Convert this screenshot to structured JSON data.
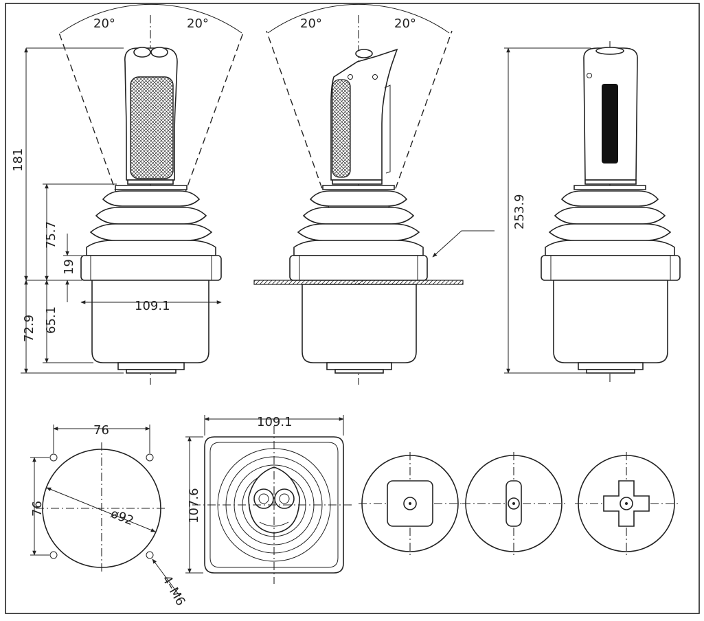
{
  "dimensions": {
    "angle_left": "20°",
    "angle_right": "20°",
    "angle_side_left": "20°",
    "angle_side_right": "20°",
    "handle_height": "181",
    "boot_height": "75.7",
    "flange_thickness": "19",
    "below_panel_total": "72.9",
    "body_depth": "65.1",
    "flange_width_front": "109.1",
    "overall_height": "253.9",
    "bolt_spacing_x": "76",
    "bolt_spacing_y": "76",
    "hole_diameter": "ø92",
    "mount_thread": "4–M6",
    "top_width": "109.1",
    "top_height": "107.6"
  },
  "colors": {
    "line": "#222222",
    "background": "#ffffff"
  }
}
